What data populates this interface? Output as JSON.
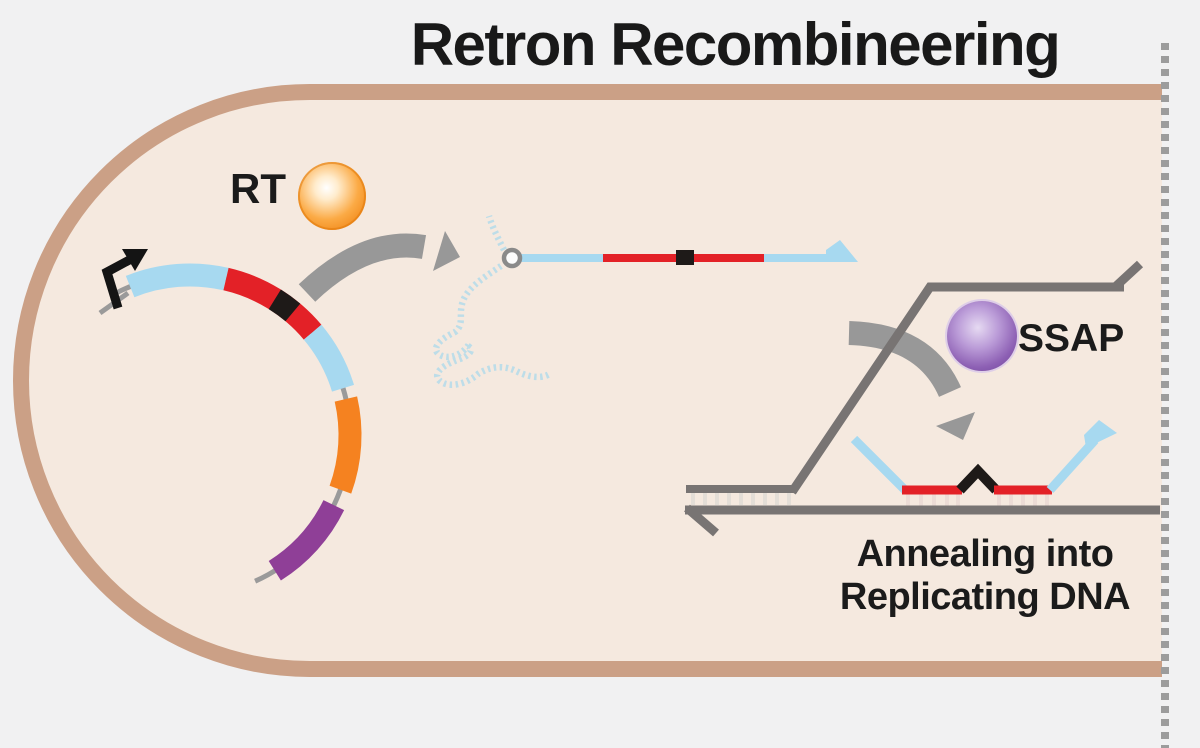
{
  "title": "Retron Recombineering",
  "labels": {
    "rt_protein": "RT",
    "ssap_protein": "SSAP",
    "annealing_caption_line1": "Annealing into",
    "annealing_caption_line2": "Replicating DNA"
  },
  "colors": {
    "page_background": "#f1f1f2",
    "cell_membrane_tan": "#cba086",
    "cell_cytoplasm_peach": "#f5e9df",
    "plasmid_homology_blue": "#a7d9f0",
    "cargo_red": "#e32127",
    "edit_site_black": "#1e1a18",
    "rt_gene_orange": "#f58220",
    "ssap_gene_purple": "#8f3f97",
    "rt_protein_sphere_orange": "#f6921e",
    "ssap_protein_sphere_purple": "#7c4ea3",
    "process_arrow_gray": "#989898",
    "replicating_dna_gray": "#787473",
    "base_pair_rung_gray": "#e4ded7",
    "rna_squiggle_blue": "#b8dcea",
    "cell_boundary_dot_gray": "#9c9c9c",
    "title_text": "#191919"
  },
  "shapes": {
    "promoter_icon": "bent-arrow",
    "rt_protein_icon": "orange-gradient-sphere",
    "ssap_protein_icon": "purple-gradient-sphere",
    "plasmid_icon": "segmented-arc",
    "msdna_icon": "circle-capped-strand-with-arrow",
    "rna_icon": "hatched-coil",
    "replication_fork_icon": "forked-ladder-strands",
    "cell_boundary_icon": "vertical-dotted-line"
  }
}
